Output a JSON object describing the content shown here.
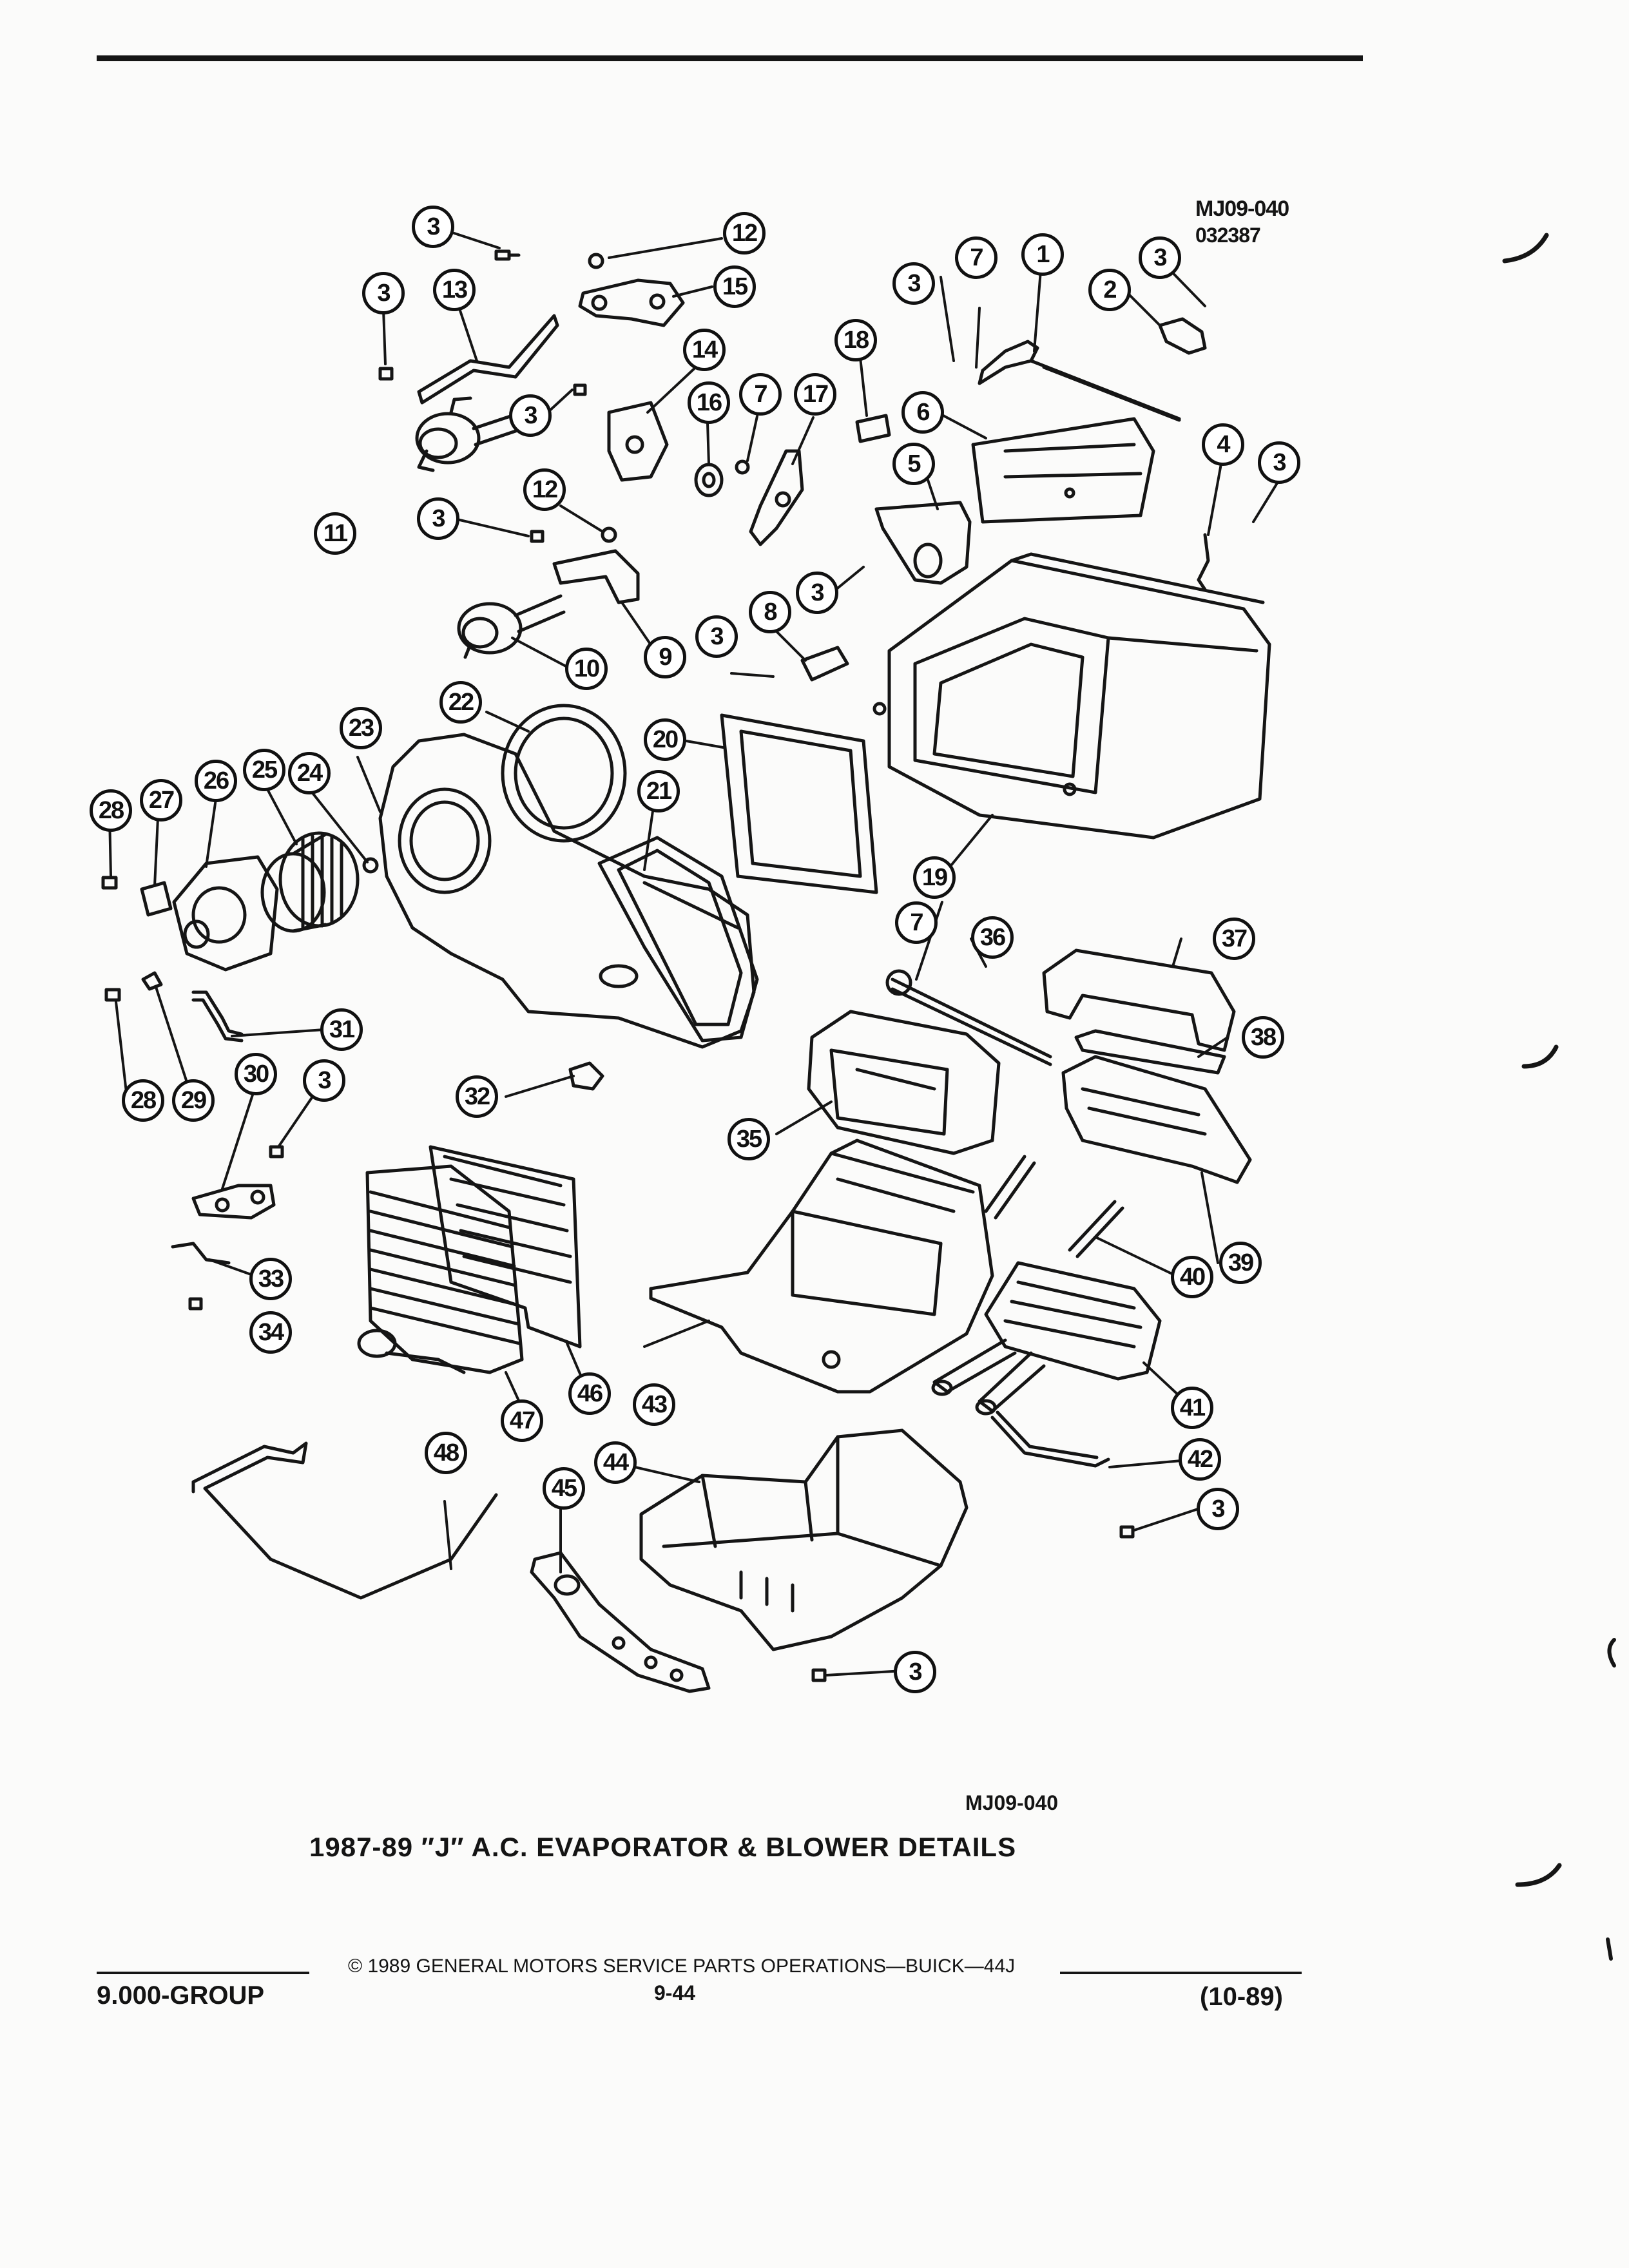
{
  "diagram": {
    "ref_code_top": "MJ09-040",
    "ref_date": "032387",
    "ref_code_bottom": "MJ09-040",
    "title": "1987-89 ″J″ A.C. EVAPORATOR & BLOWER DETAILS",
    "callouts": [
      "1",
      "2",
      "3",
      "4",
      "5",
      "6",
      "7",
      "8",
      "9",
      "10",
      "11",
      "12",
      "13",
      "14",
      "15",
      "16",
      "17",
      "18",
      "19",
      "20",
      "21",
      "22",
      "23",
      "24",
      "25",
      "26",
      "27",
      "28",
      "29",
      "30",
      "31",
      "32",
      "33",
      "34",
      "35",
      "36",
      "37",
      "38",
      "39",
      "40",
      "41",
      "42",
      "43",
      "44",
      "45",
      "46",
      "47",
      "48"
    ]
  },
  "footer": {
    "group": "9.000-GROUP",
    "copyright": "©  1989  GENERAL MOTORS SERVICE PARTS OPERATIONS—BUICK—44J",
    "page": "9-44",
    "date": "(10-89)"
  }
}
